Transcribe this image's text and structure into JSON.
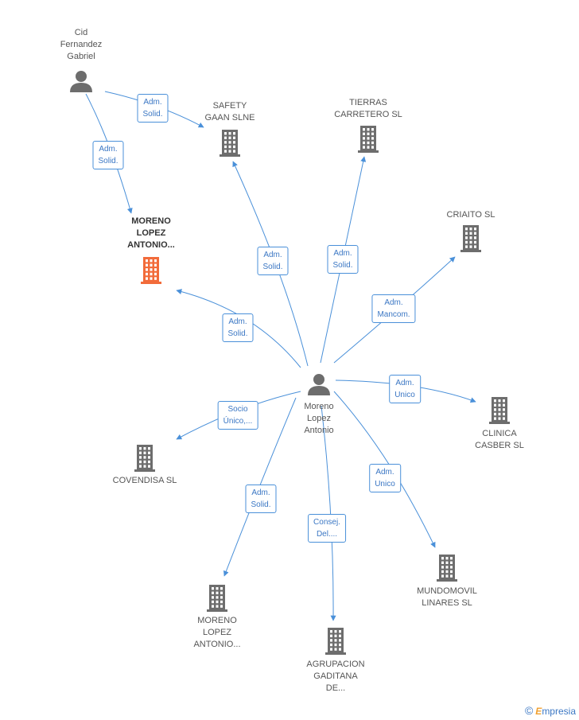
{
  "colors": {
    "edge": "#4a90d9",
    "icon": "#6d6d6d",
    "highlight": "#f26b3a",
    "label": "#555555"
  },
  "nodes": [
    {
      "id": "cid",
      "type": "person",
      "label": "Cid\nFernandez\nGabriel"
    },
    {
      "id": "safety",
      "type": "company",
      "label": "SAFETY\nGAAN SLNE"
    },
    {
      "id": "tierras",
      "type": "company",
      "label": "TIERRAS\nCARRETERO SL"
    },
    {
      "id": "moreno_top",
      "type": "company",
      "label": "MORENO\nLOPEZ\nANTONIO...",
      "highlight": true
    },
    {
      "id": "criaito",
      "type": "company",
      "label": "CRIAITO  SL"
    },
    {
      "id": "center",
      "type": "person",
      "label": "Moreno\nLopez\nAntonio"
    },
    {
      "id": "clinica",
      "type": "company",
      "label": "CLINICA\nCASBER SL"
    },
    {
      "id": "covendisa",
      "type": "company",
      "label": "COVENDISA SL"
    },
    {
      "id": "mundo",
      "type": "company",
      "label": "MUNDOMOVIL\nLINARES SL"
    },
    {
      "id": "moreno_bot",
      "type": "company",
      "label": "MORENO\nLOPEZ\nANTONIO..."
    },
    {
      "id": "agrup",
      "type": "company",
      "label": "AGRUPACION\nGADITANA\nDE..."
    }
  ],
  "edges": [
    {
      "id": "e1",
      "label": "Adm.\nSolid."
    },
    {
      "id": "e2",
      "label": "Adm.\nSolid."
    },
    {
      "id": "e3",
      "label": "Adm.\nSolid."
    },
    {
      "id": "e4",
      "label": "Adm.\nSolid."
    },
    {
      "id": "e5",
      "label": "Adm.\nMancom."
    },
    {
      "id": "e6",
      "label": "Adm.\nSolid."
    },
    {
      "id": "e7",
      "label": "Adm.\nUnico"
    },
    {
      "id": "e8",
      "label": "Socio\nÚnico,..."
    },
    {
      "id": "e9",
      "label": "Adm.\nUnico"
    },
    {
      "id": "e10",
      "label": "Adm.\nSolid."
    },
    {
      "id": "e11",
      "label": "Consej.\nDel...."
    }
  ],
  "footer": {
    "copyright": "©",
    "brand_first": "E",
    "brand_rest": "mpresia"
  }
}
